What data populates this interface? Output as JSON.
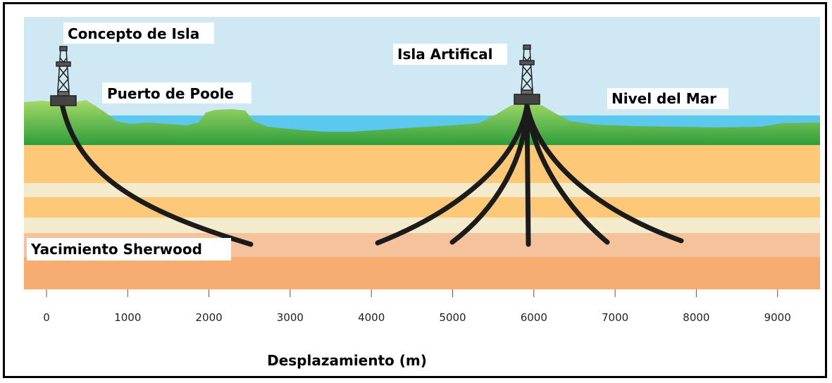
{
  "labels": {
    "island_concept": "Concepto de Isla",
    "port": "Puerto de Poole",
    "artificial_island": "Isla Artifical",
    "sea_level": "Nivel del Mar",
    "reservoir": "Yacimiento Sherwood"
  },
  "axis": {
    "xlabel": "Desplazamiento (m)",
    "ticks": [
      "0",
      "1000",
      "2000",
      "3000",
      "4000",
      "5000",
      "6000",
      "7000",
      "8000",
      "9000"
    ]
  },
  "colors": {
    "sky": "#cfe9f4",
    "sea": "#5cc8f0",
    "land_top": "#a6d96a",
    "land_bottom": "#2e9e3a",
    "orange_layer": "#fdc878",
    "cream_layer": "#f3ebcc",
    "reservoir_layer": "#f5c29c",
    "deep_layer": "#f7ad72",
    "wells": "#1b1b1b"
  },
  "icons": [
    "drilling-rig-icon",
    "drilling-rig-icon"
  ]
}
